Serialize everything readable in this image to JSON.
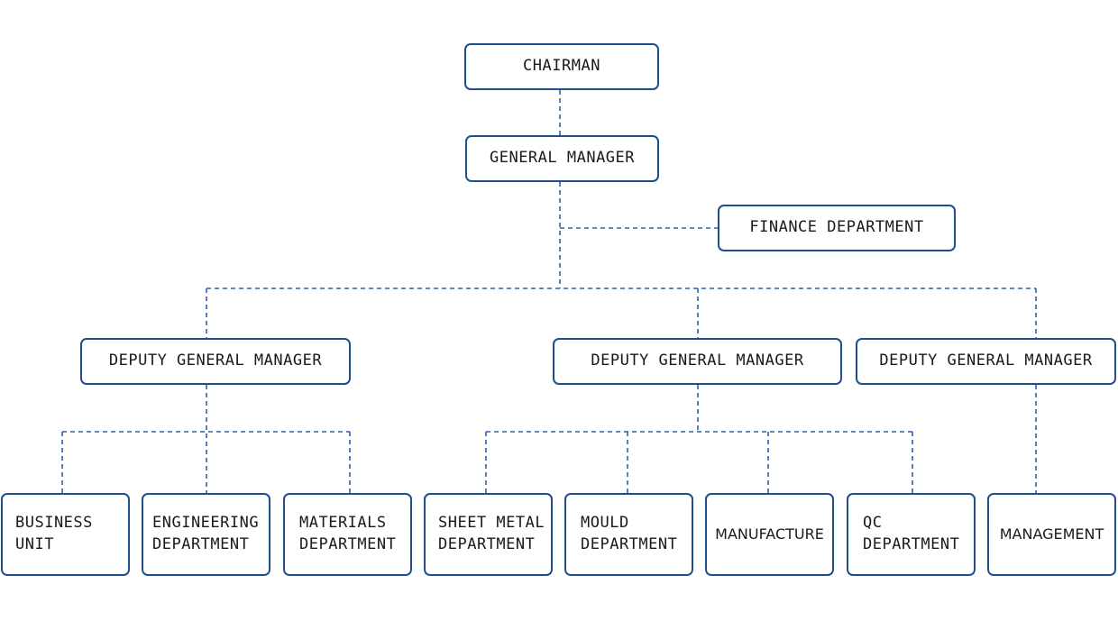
{
  "colors": {
    "border": "#1f4e8c",
    "connector": "#2f5fae"
  },
  "nodes": {
    "chairman": "CHAIRMAN",
    "general_manager": "GENERAL MANAGER",
    "finance": "FINANCE DEPARTMENT",
    "deputy_1": "DEPUTY GENERAL MANAGER",
    "deputy_2": "DEPUTY GENERAL MANAGER",
    "deputy_3": "DEPUTY GENERAL MANAGER",
    "business_unit": "BUSINESS\nUNIT",
    "engineering": "ENGINEERING\nDEPARTMENT",
    "materials": "MATERIALS\nDEPARTMENT",
    "sheet_metal": "SHEET METAL\nDEPARTMENT",
    "mould": "MOULD\nDEPARTMENT",
    "manufacture": "MANUFACTURE",
    "qc": "QC\nDEPARTMENT",
    "management": "MANAGEMENT"
  }
}
